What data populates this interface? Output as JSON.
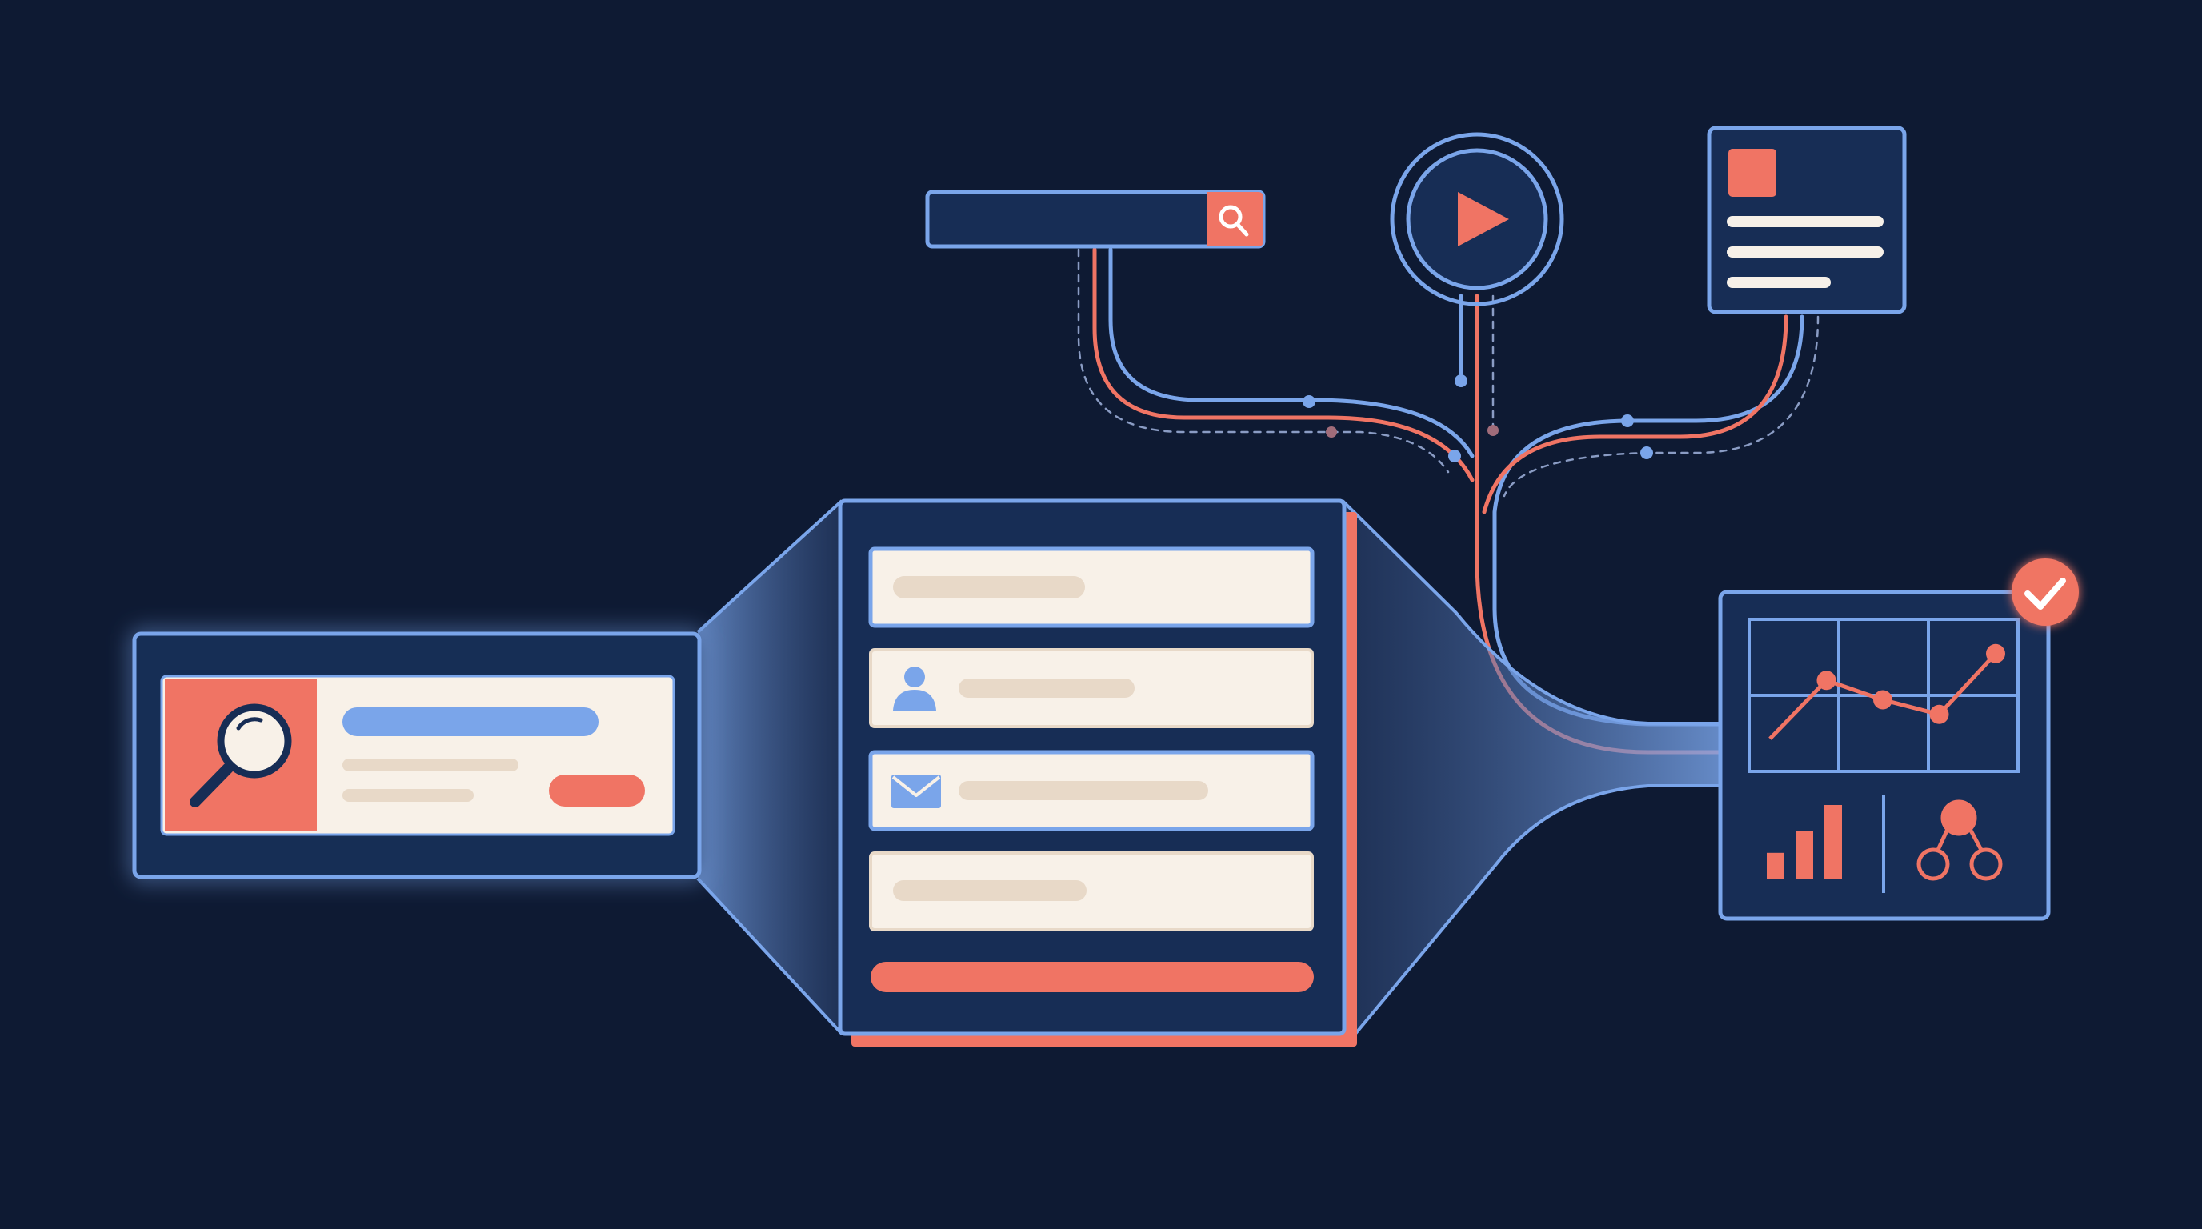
{
  "colors": {
    "background": "#0e1a33",
    "panel": "#172d55",
    "outline": "#7aa5ea",
    "accent": "#f07464",
    "cream": "#f8f1e8",
    "placeholder": "#e8d9c8",
    "white": "#f6f0e8"
  },
  "icons": {
    "search_card": "magnifier-icon",
    "search_bar": "search-icon",
    "media": "play-icon",
    "document": "document-icon",
    "form_row_2": "user-icon",
    "form_row_3": "mail-icon",
    "dashboard_status": "checkmark-icon",
    "dashboard_chart": "line-chart-icon",
    "dashboard_bars": "bar-chart-icon",
    "dashboard_network": "network-icon"
  },
  "dashboard": {
    "line_chart": {
      "type": "line",
      "values": [
        0.15,
        0.63,
        0.47,
        0.35,
        0.85
      ]
    },
    "bar_chart": {
      "type": "bar",
      "values": [
        0.35,
        0.65,
        1.0
      ]
    }
  }
}
